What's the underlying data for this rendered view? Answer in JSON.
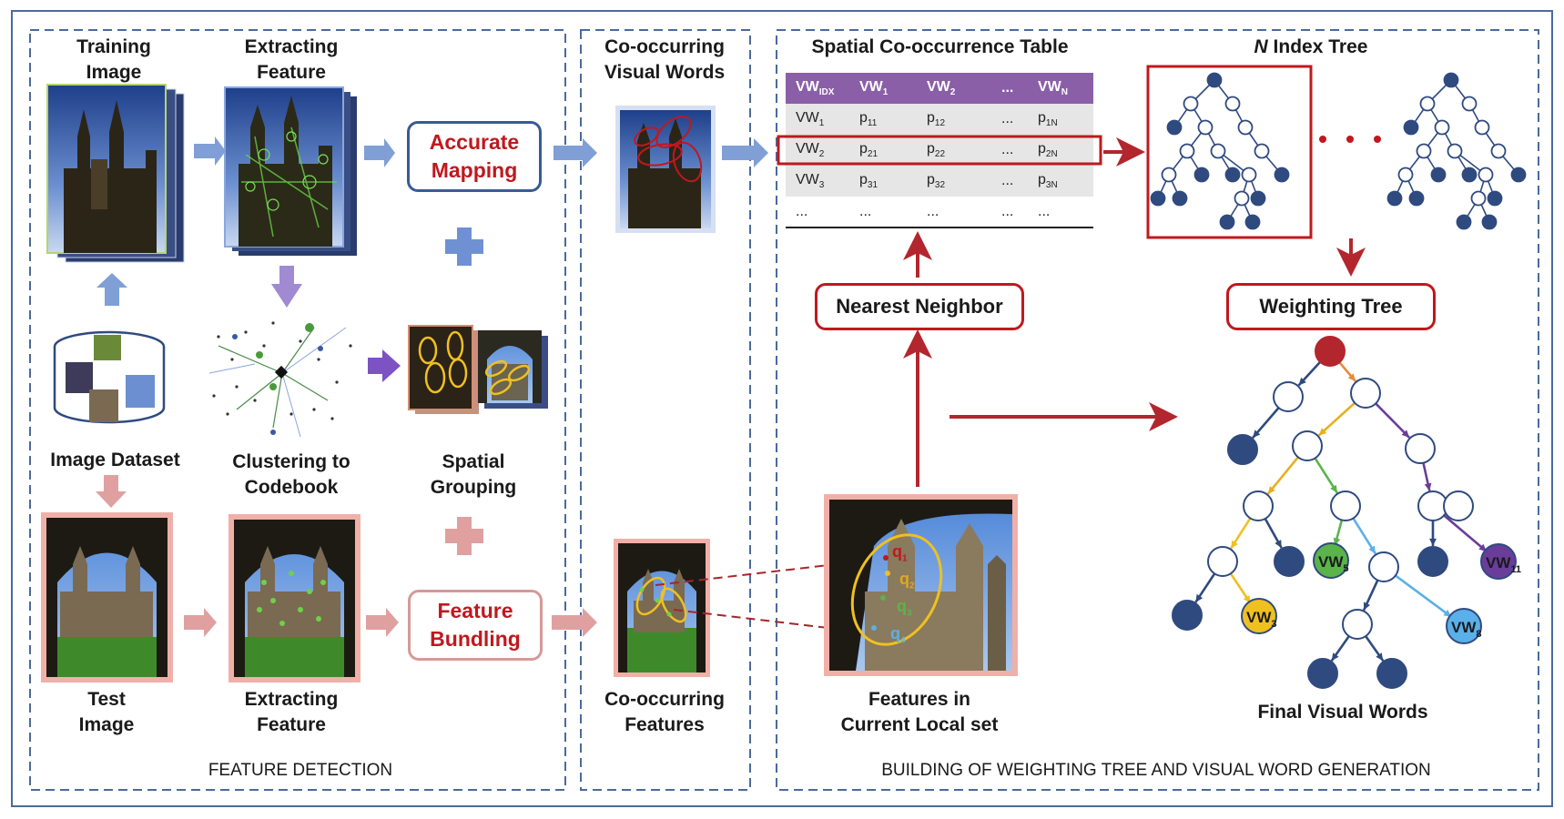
{
  "panels": {
    "feature_detection": "FEATURE  DETECTION",
    "weighting_tree": "BUILDING OF WEIGHTING TREE AND VISUAL WORD GENERATION"
  },
  "labels": {
    "training_image": [
      "Training",
      "Image"
    ],
    "extracting_feature_top": [
      "Extracting",
      "Feature"
    ],
    "co_occurring_visual_words": [
      "Co-occurring",
      "Visual Words"
    ],
    "spatial_table_title": "Spatial Co-occurrence Table",
    "index_tree_title_italic": "N",
    "index_tree_title_rest": " Index Tree",
    "image_dataset": "Image Dataset",
    "clustering": [
      "Clustering to",
      "Codebook"
    ],
    "spatial_grouping": [
      "Spatial",
      "Grouping"
    ],
    "test_image": [
      "Test",
      "Image"
    ],
    "extracting_feature_bottom": [
      "Extracting",
      "Feature"
    ],
    "co_occurring_features": [
      "Co-occurring",
      "Features"
    ],
    "features_local_set": [
      "Features in",
      "Current  Local set"
    ],
    "final_visual_words": "Final Visual Words"
  },
  "boxes": {
    "accurate_mapping": [
      "Accurate",
      "Mapping"
    ],
    "feature_bundling": [
      "Feature",
      "Bundling"
    ],
    "nearest_neighbor": "Nearest Neighbor",
    "weighting_tree": "Weighting Tree"
  },
  "table": {
    "header": [
      [
        "VW",
        "IDX"
      ],
      [
        "VW",
        "1"
      ],
      [
        "VW",
        "2"
      ],
      [
        "...",
        ""
      ],
      [
        "VW",
        "N"
      ]
    ],
    "rows": [
      [
        [
          "VW",
          "1"
        ],
        [
          "p",
          "11"
        ],
        [
          "p",
          "12"
        ],
        [
          "...",
          ""
        ],
        [
          "p",
          "1N"
        ]
      ],
      [
        [
          "VW",
          "2"
        ],
        [
          "p",
          "21"
        ],
        [
          "p",
          "22"
        ],
        [
          "...",
          ""
        ],
        [
          "p",
          "2N"
        ]
      ],
      [
        [
          "VW",
          "3"
        ],
        [
          "p",
          "31"
        ],
        [
          "p",
          "32"
        ],
        [
          "...",
          ""
        ],
        [
          "p",
          "3N"
        ]
      ],
      [
        [
          "...",
          ""
        ],
        [
          "...",
          ""
        ],
        [
          "...",
          ""
        ],
        [
          "...",
          ""
        ],
        [
          "...",
          ""
        ]
      ]
    ]
  },
  "final_tree_words": [
    [
      "VW",
      "3"
    ],
    [
      "VW",
      "5"
    ],
    [
      "VW",
      "8"
    ],
    [
      "VW",
      "11"
    ]
  ],
  "local_set_points": [
    [
      "q",
      "1"
    ],
    [
      "q",
      "2"
    ],
    [
      "q",
      "3"
    ],
    [
      "q",
      "4"
    ]
  ],
  "colors": {
    "border_blue": "#4a6a9c",
    "red": "#b3262d",
    "blue_arrow": "#7f9fd6",
    "pink_arrow": "#e0a0a0",
    "purple": "#6a3d9a",
    "table_header": "#8a5fa8",
    "node_blue": "#2f4a7f",
    "yellow": "#f0c020",
    "green": "#5ab44a",
    "light_blue": "#5ab0e8"
  }
}
